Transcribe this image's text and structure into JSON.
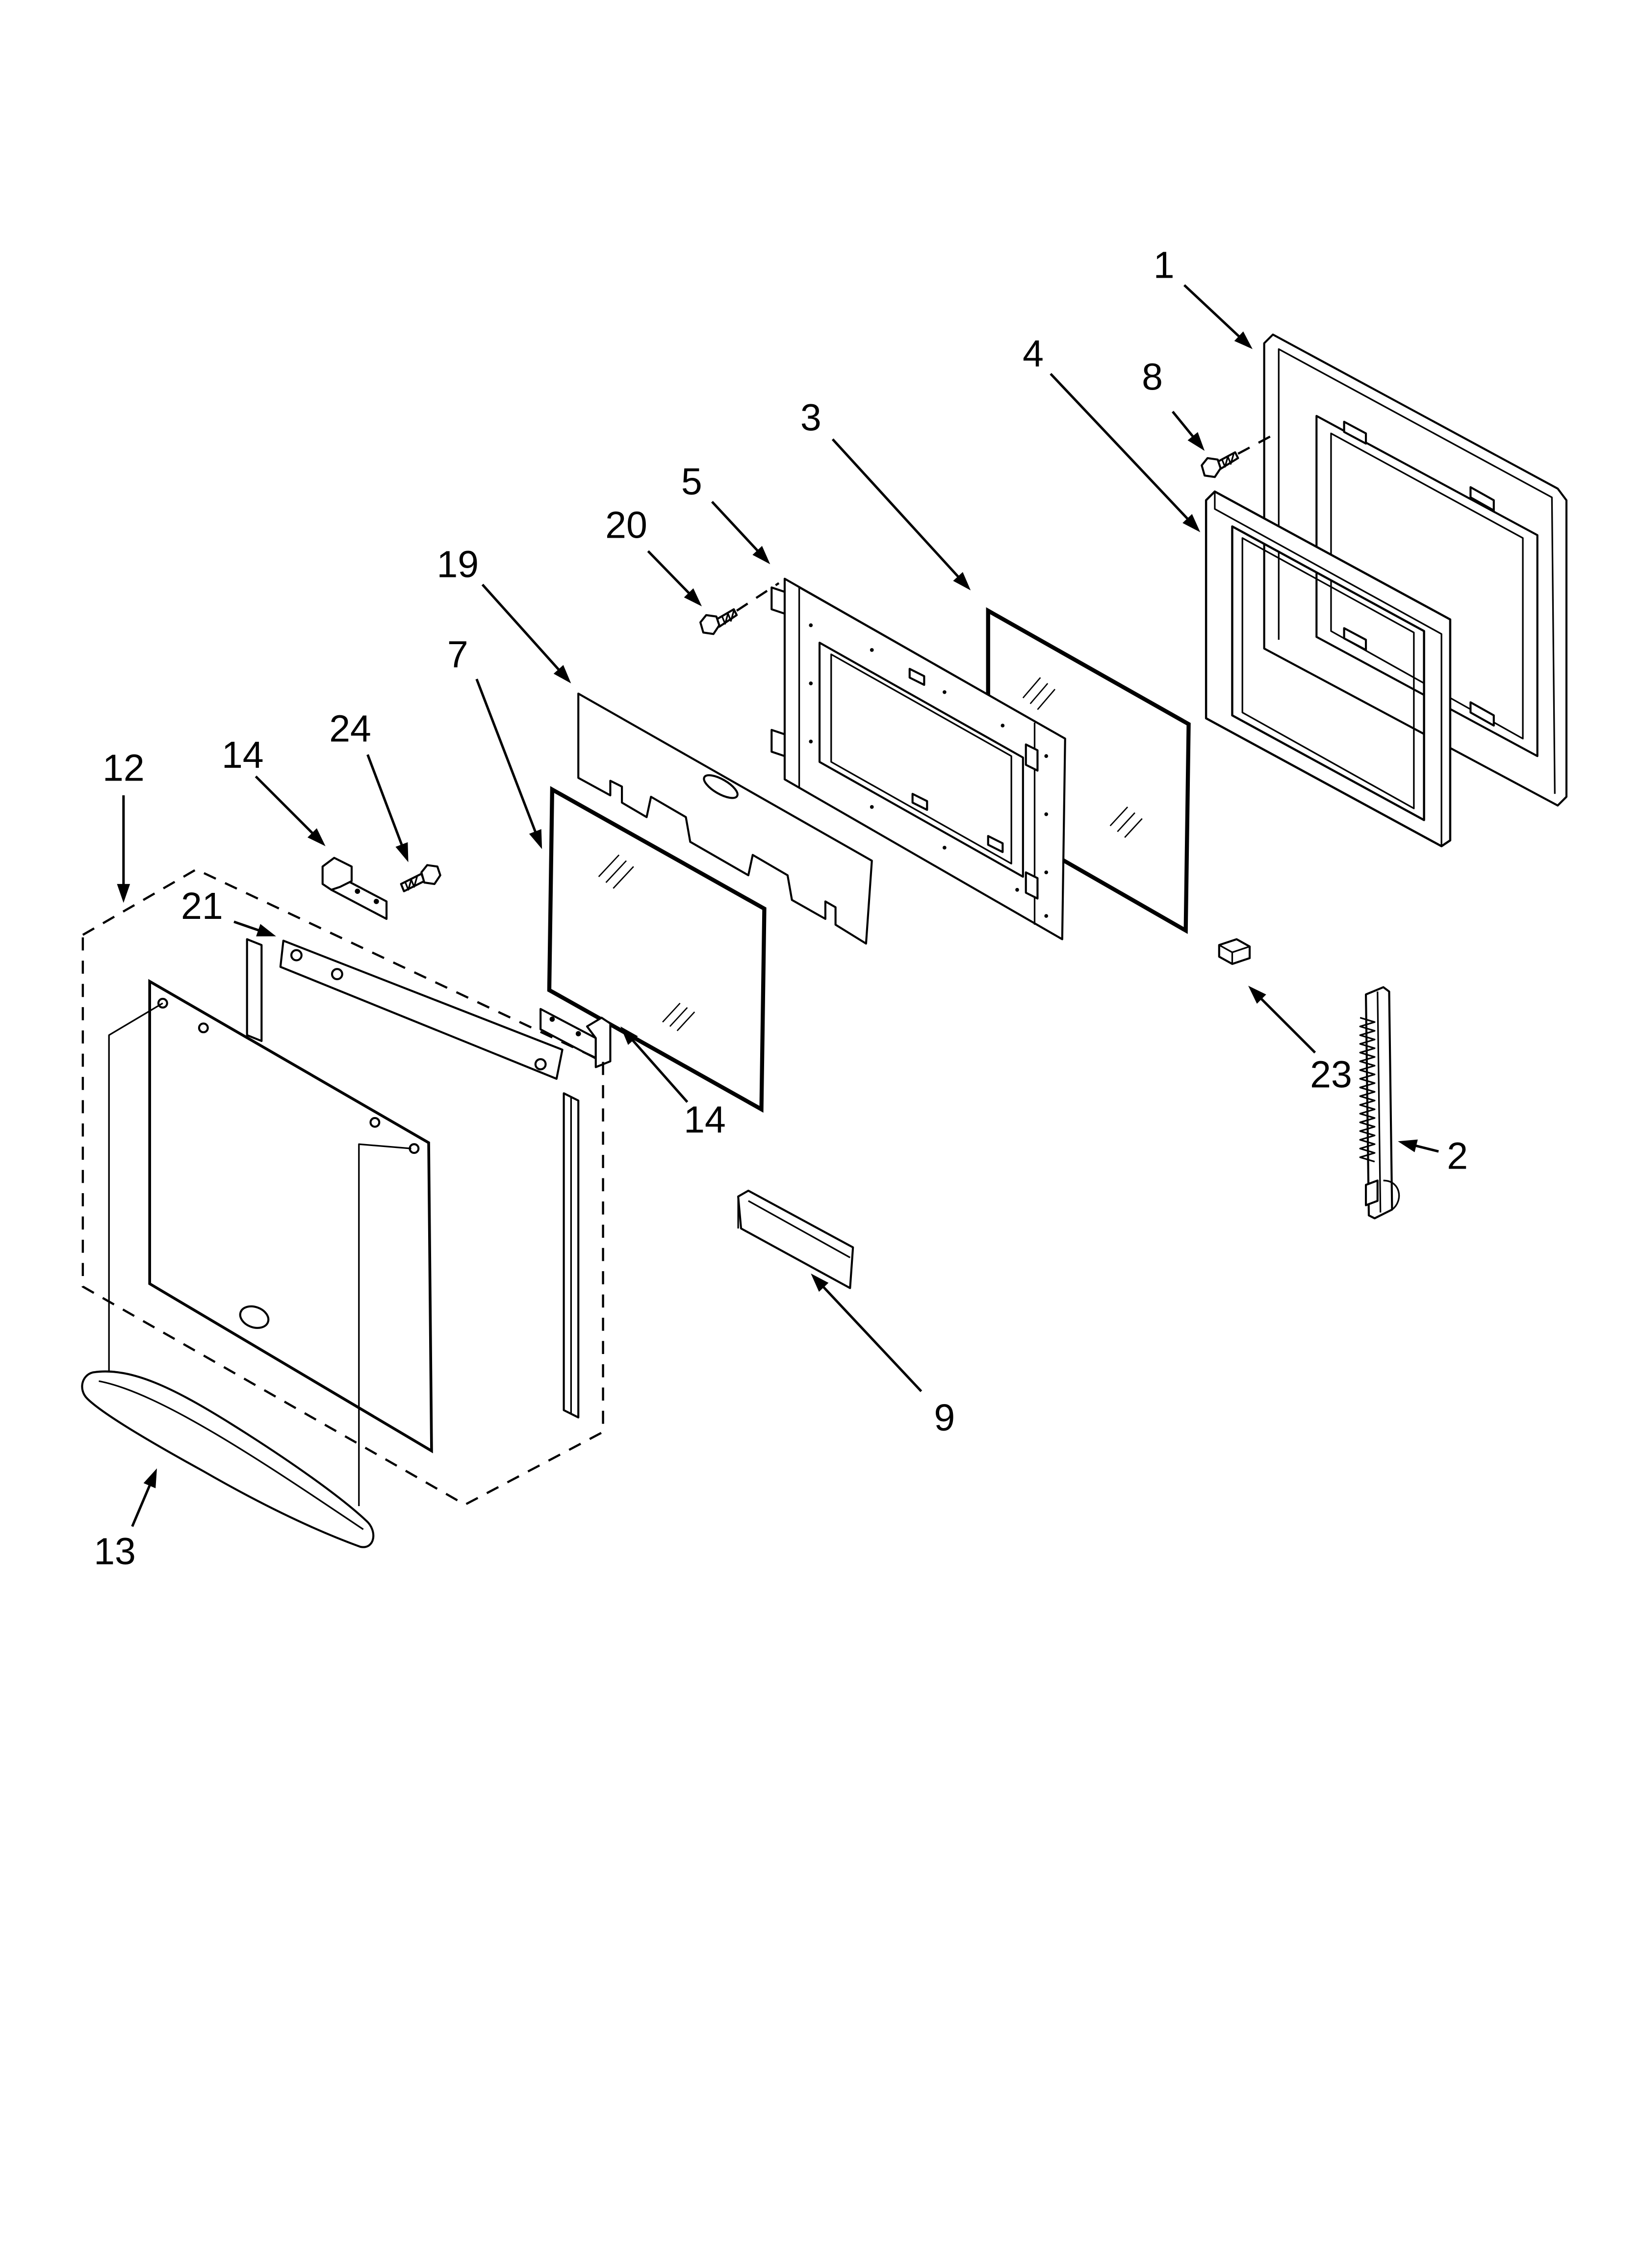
{
  "page": {
    "background": "#ffffff",
    "line_color": "#000000"
  },
  "callouts": [
    {
      "number": "1"
    },
    {
      "number": "2"
    },
    {
      "number": "3"
    },
    {
      "number": "4"
    },
    {
      "number": "5"
    },
    {
      "number": "7"
    },
    {
      "number": "8"
    },
    {
      "number": "9"
    },
    {
      "number": "12"
    },
    {
      "number": "13"
    },
    {
      "number": "14"
    },
    {
      "number": "14"
    },
    {
      "number": "19"
    },
    {
      "number": "20"
    },
    {
      "number": "21"
    },
    {
      "number": "23"
    },
    {
      "number": "24"
    }
  ]
}
